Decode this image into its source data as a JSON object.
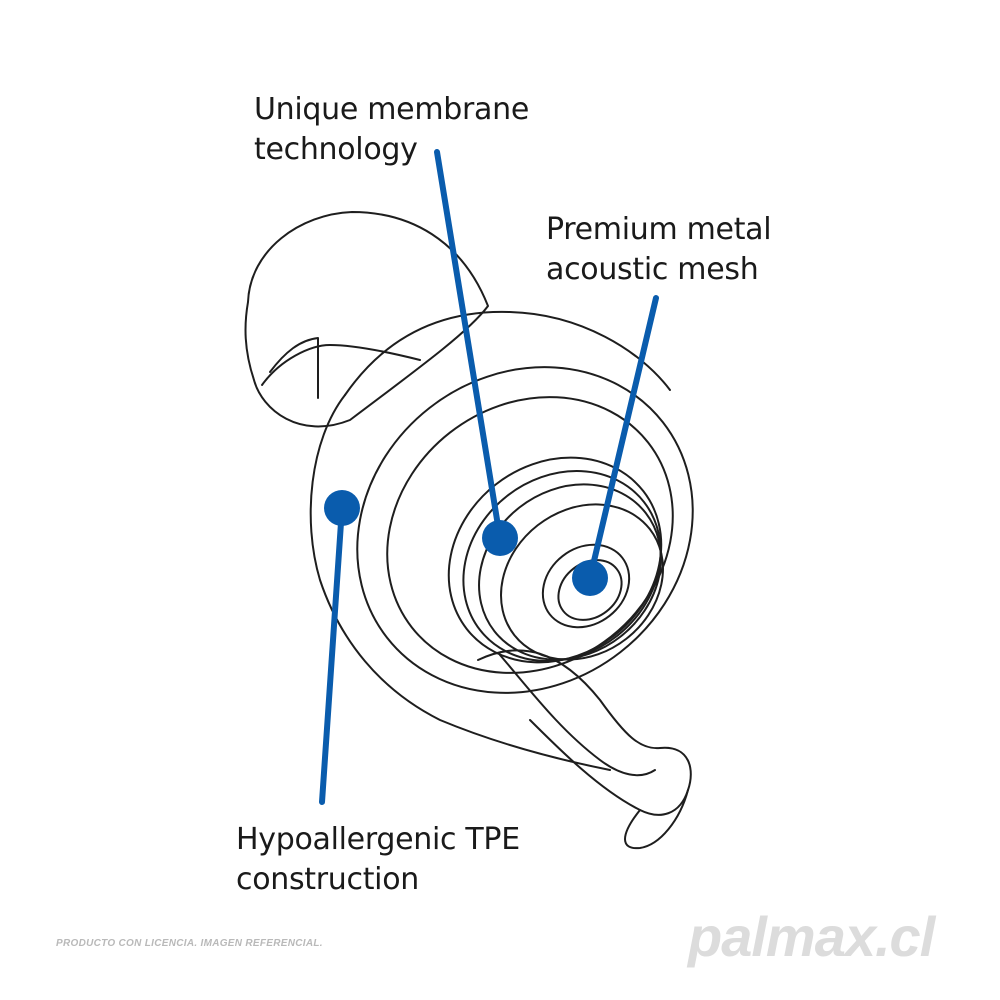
{
  "colors": {
    "accent": "#0a5cad",
    "outline": "#1e1e1e"
  },
  "callouts": [
    {
      "id": "membrane",
      "lines": [
        "Unique membrane",
        "technology"
      ]
    },
    {
      "id": "mesh",
      "lines": [
        "Premium metal",
        "acoustic mesh"
      ]
    },
    {
      "id": "tpe",
      "lines": [
        "Hypoallergenic TPE",
        "construction"
      ]
    }
  ],
  "footer": {
    "disclaimer": "PRODUCTO CON LICENCIA. IMAGEN REFERENCIAL.",
    "brand": "palmax.cl"
  }
}
